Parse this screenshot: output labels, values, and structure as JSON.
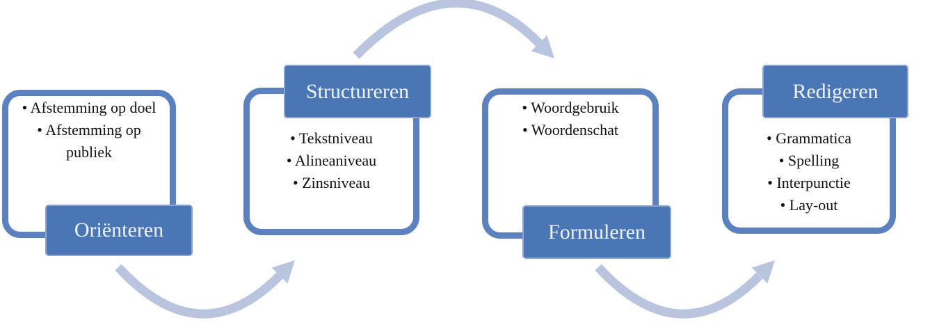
{
  "diagram": {
    "bullet_char": "•",
    "stages": [
      {
        "label": "Oriënteren",
        "label_position": "bottom",
        "items": [
          "Afstemming op doel",
          "Afstemming op publiek"
        ]
      },
      {
        "label": "Structureren",
        "label_position": "top",
        "items": [
          "Tekstniveau",
          "Alineaniveau",
          "Zinsniveau"
        ]
      },
      {
        "label": "Formuleren",
        "label_position": "bottom",
        "items": [
          "Woordgebruik",
          "Woordenschat"
        ]
      },
      {
        "label": "Redigeren",
        "label_position": "top",
        "items": [
          "Grammatica",
          "Spelling",
          "Interpunctie",
          "Lay-out"
        ]
      }
    ],
    "arrows": [
      {
        "name": "orienteren-to-structureren",
        "shape": "curve-up-right"
      },
      {
        "name": "structureren-to-formuleren",
        "shape": "arc-over-top"
      },
      {
        "name": "formuleren-to-redigeren",
        "shape": "curve-up-right"
      }
    ],
    "colors": {
      "stage_box_fill": "#4b76b6",
      "stage_box_border": "#8aa5d3",
      "frame_border": "#5b82be",
      "arrow": "#b9c5de",
      "bullet_text": "#111111",
      "label_text": "#eef3fb",
      "background": "#ffffff"
    }
  }
}
